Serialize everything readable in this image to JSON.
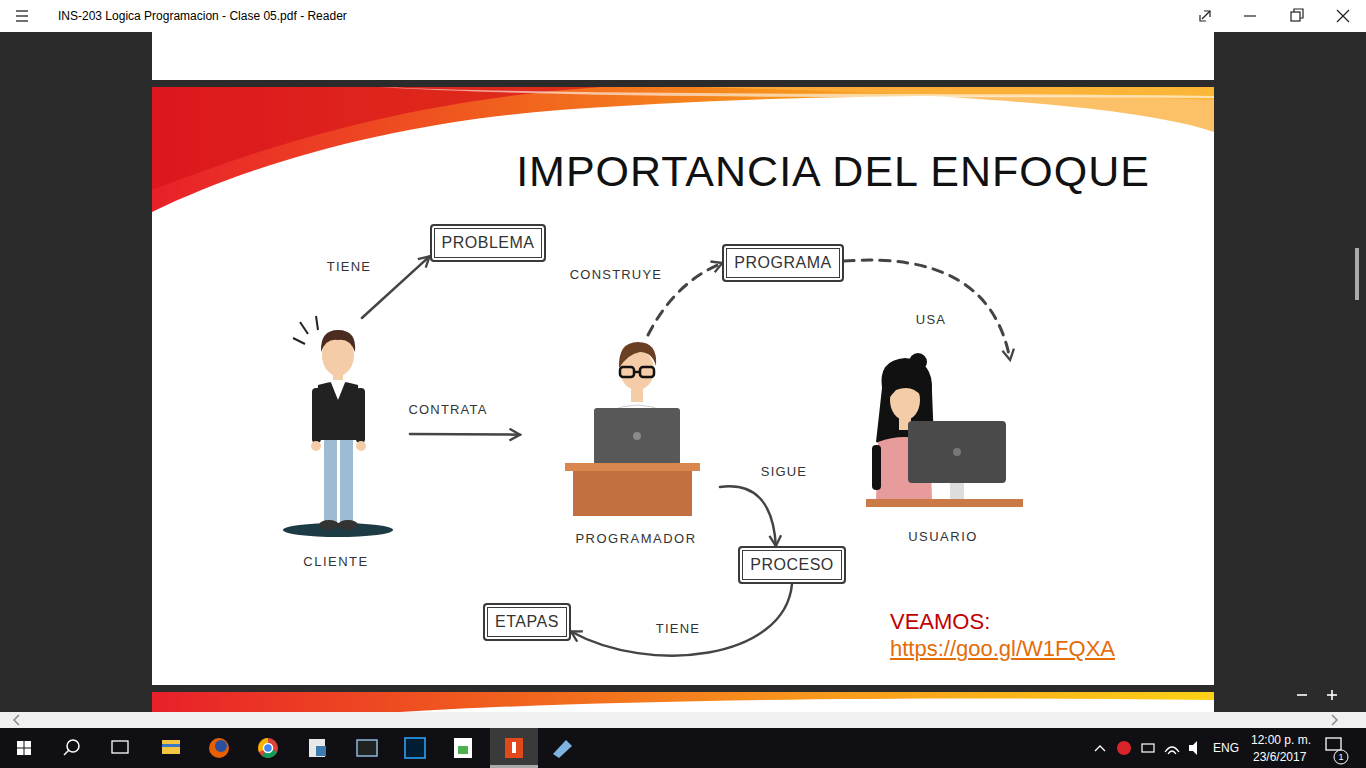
{
  "diagram": {
    "title": "IMPORTANCIA DEL ENFOQUE",
    "nodes": [
      {
        "text": [
          "PROBLEMA"
        ]
      },
      {
        "text": [
          "PROGRAMA"
        ]
      },
      {
        "text": [
          "CLIENTE"
        ]
      },
      {
        "text": [
          "PROGRAMADOR"
        ]
      },
      {
        "text": [
          "USUARIO"
        ]
      },
      {
        "text": [
          "PROCESO"
        ]
      },
      {
        "text": [
          "ETAPAS"
        ]
      }
    ],
    "edges": [
      {
        "from": 2,
        "to": 0,
        "label": "TIENE",
        "arrow": "to"
      },
      {
        "from": 2,
        "to": 3,
        "label": "CONTRATA",
        "arrow": "to"
      },
      {
        "from": 3,
        "to": 1,
        "label": "CONSTRUYE",
        "arrow": "to"
      },
      {
        "from": 1,
        "to": 4,
        "label": "USA",
        "arrow": "to"
      },
      {
        "from": 3,
        "to": 5,
        "label": "SIGUE",
        "arrow": "to"
      },
      {
        "from": 5,
        "to": 6,
        "label": "TIENE",
        "arrow": "to"
      }
    ],
    "labels": [
      "INS-203 Logica Programacion - Clase 05.pdf - Reader",
      "VEAMOS:",
      "https://goo.gl/W1FQXA",
      "ENG",
      "12:00 p. m.",
      "23/6/2017",
      "1"
    ]
  }
}
